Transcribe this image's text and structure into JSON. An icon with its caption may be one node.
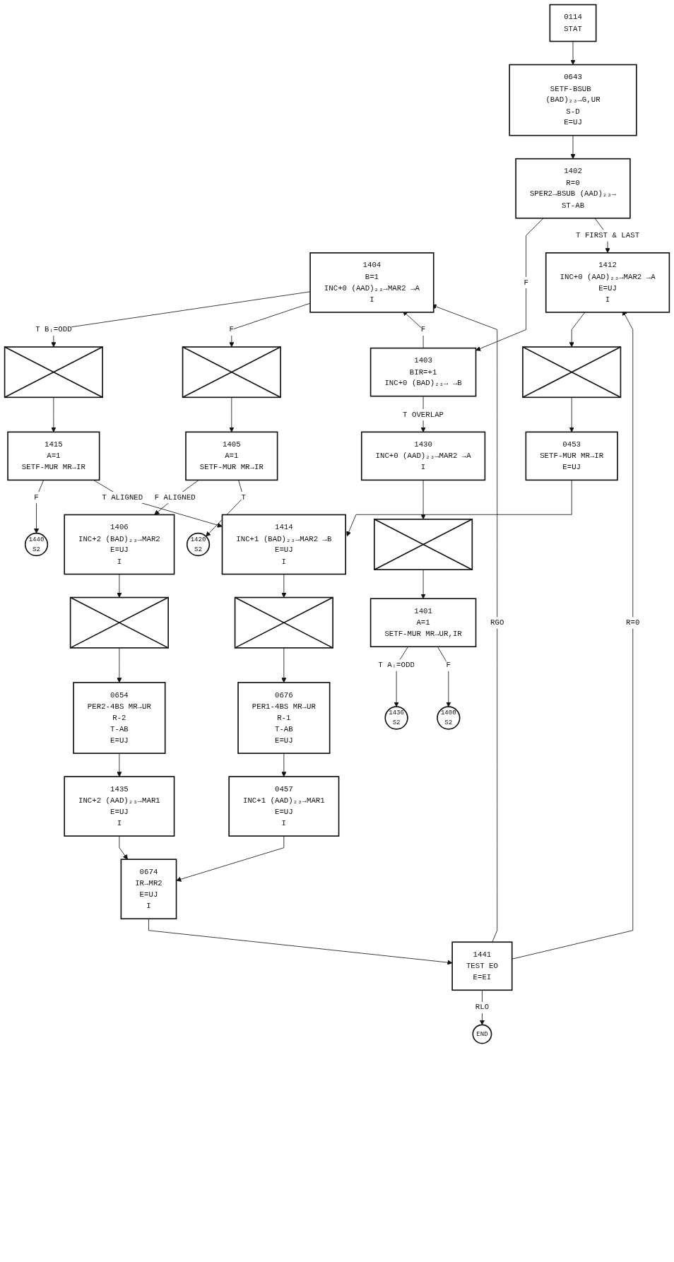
{
  "diagram": {
    "nodes": [
      {
        "text": [
          "0114",
          "STAT"
        ]
      },
      {
        "text": [
          "1404",
          "B=1",
          "INC+0 (AAD)₂₃→MAR2 →A",
          "I"
        ]
      },
      {
        "text": [
          "0643",
          "SETF-BSUB (BAD)₂₃→G,UR",
          "S-D",
          "E=UJ"
        ]
      },
      {
        "text": [
          "1412",
          "INC+0 (AAD)₂₃→MAR2 →A",
          "E=UJ",
          "I"
        ]
      },
      {
        "text": [],
        "shape": "box"
      },
      {
        "text": [],
        "shape": "box"
      },
      {
        "text": [
          "1402",
          "R=0",
          "SPER2→BSUB (AAD)₂₃→",
          "ST-AB"
        ]
      },
      {
        "text": [],
        "shape": "box"
      },
      {
        "text": [
          "1415",
          "A=1",
          "SETF-MUR MR→IR"
        ]
      },
      {
        "text": [
          "1405",
          "A=1",
          "SETF-MUR MR→IR"
        ]
      },
      {
        "text": [
          "1403",
          "BIR=+1",
          "INC+0 (BAD)₂₃→ →B"
        ]
      },
      {
        "text": [
          "0453",
          "SETF-MUR MR→IR",
          "E=UJ"
        ]
      },
      {
        "text": [
          "1440",
          "S2"
        ]
      },
      {
        "text": [
          "1406",
          "INC+2 (BAD)₂₃→MAR2",
          "E=UJ",
          "I"
        ]
      },
      {
        "text": [
          "1420",
          "S2"
        ]
      },
      {
        "text": [
          "1430",
          "INC+0 (AAD)₂₃→MAR2 →A",
          "I"
        ]
      },
      {
        "text": [
          "1414",
          "INC+1 (BAD)₂₃→MAR2 →B",
          "E=UJ",
          "I"
        ]
      },
      {
        "text": [],
        "shape": "box"
      },
      {
        "text": [],
        "shape": "box"
      },
      {
        "text": [],
        "shape": "box"
      },
      {
        "text": [
          "0654",
          "PER2-4BS MR→UR",
          "R-2",
          "T-AB",
          "E=UJ"
        ]
      },
      {
        "text": [
          "1401",
          "A=1",
          "SETF-MUR MR→UR,IR"
        ]
      },
      {
        "text": [
          "0676",
          "PER1-4BS MR→UR",
          "R-1",
          "T-AB",
          "E=UJ"
        ]
      },
      {
        "text": [
          "1435",
          "INC+2 (AAD)₂₃→MAR1",
          "E=UJ",
          "I"
        ]
      },
      {
        "text": [
          "1436",
          "S2"
        ]
      },
      {
        "text": [
          "1400",
          "S2"
        ]
      },
      {
        "text": [
          "0457",
          "INC+1 (AAD)₂₃→MAR1",
          "E=UJ",
          "I"
        ]
      },
      {
        "text": [
          "0674",
          "IR→MR2",
          "E=UJ",
          "I"
        ]
      },
      {
        "text": [
          "1441",
          "TEST EO",
          "E=EI"
        ]
      },
      {
        "text": [
          "END"
        ]
      }
    ],
    "edges": [
      {
        "from": 0,
        "to": 2,
        "arrow": "to"
      },
      {
        "from": 1,
        "to": 4,
        "arrow": "to",
        "label": "T Bᵢ=ODD"
      },
      {
        "from": 1,
        "to": 5,
        "arrow": "to",
        "label": "F"
      },
      {
        "from": 2,
        "to": 6,
        "arrow": "to"
      },
      {
        "from": 3,
        "to": 7,
        "arrow": "to"
      },
      {
        "from": 4,
        "to": 8,
        "arrow": "to"
      },
      {
        "from": 5,
        "to": 9,
        "arrow": "to"
      },
      {
        "from": 6,
        "to": 10,
        "arrow": "to",
        "label": "F"
      },
      {
        "from": 6,
        "to": 3,
        "arrow": "to",
        "label": "T FIRST & LAST"
      },
      {
        "from": 7,
        "to": 11,
        "arrow": "to"
      },
      {
        "from": 8,
        "to": 12,
        "arrow": "to",
        "label": "F"
      },
      {
        "from": 8,
        "to": 16,
        "arrow": "to",
        "label": "T ALIGNED"
      },
      {
        "from": 9,
        "to": 13,
        "arrow": "to",
        "label": "F ALIGNED"
      },
      {
        "from": 9,
        "to": 14,
        "arrow": "to",
        "label": "T"
      },
      {
        "from": 10,
        "to": 1,
        "arrow": "to",
        "label": "F"
      },
      {
        "from": 10,
        "to": 15,
        "arrow": "to",
        "label": "T OVERLAP"
      },
      {
        "from": 11,
        "to": 16,
        "arrow": "to"
      },
      {
        "from": 13,
        "to": 17,
        "arrow": "to"
      },
      {
        "from": 15,
        "to": 18,
        "arrow": "to"
      },
      {
        "from": 16,
        "to": 19,
        "arrow": "to"
      },
      {
        "from": 17,
        "to": 20,
        "arrow": "to"
      },
      {
        "from": 18,
        "to": 21,
        "arrow": "to"
      },
      {
        "from": 19,
        "to": 22,
        "arrow": "to"
      },
      {
        "from": 20,
        "to": 23,
        "arrow": "to"
      },
      {
        "from": 21,
        "to": 24,
        "arrow": "to",
        "label": "T Aᵢ=ODD"
      },
      {
        "from": 21,
        "to": 25,
        "arrow": "to",
        "label": "F"
      },
      {
        "from": 22,
        "to": 26,
        "arrow": "to"
      },
      {
        "from": 23,
        "to": 27,
        "arrow": "to"
      },
      {
        "from": 26,
        "to": 27,
        "arrow": "to"
      },
      {
        "from": 27,
        "to": 28,
        "arrow": "to"
      },
      {
        "from": 28,
        "to": 1,
        "arrow": "to",
        "label": "RGO"
      },
      {
        "from": 28,
        "to": 3,
        "arrow": "to",
        "label": "R=0"
      },
      {
        "from": 28,
        "to": 29,
        "arrow": "to",
        "label": "RLO"
      }
    ]
  }
}
